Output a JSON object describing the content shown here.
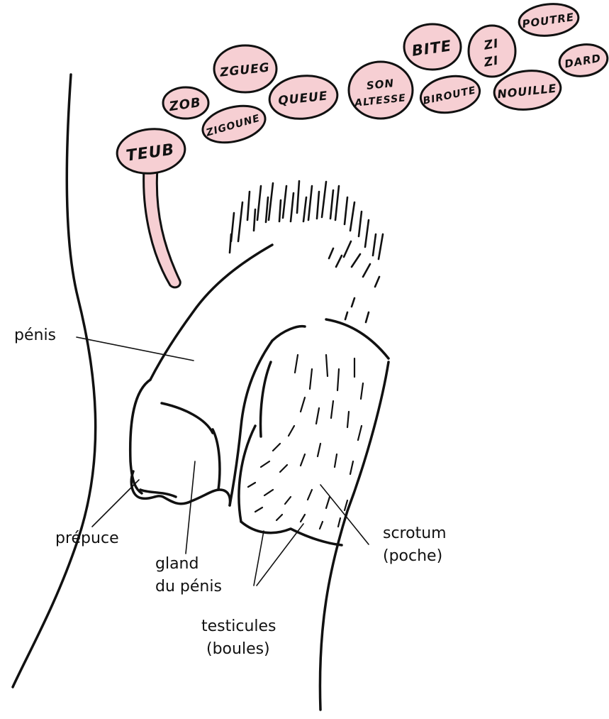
{
  "colors": {
    "bubble_fill": "#f6cfd3",
    "ink": "#111111",
    "background": "#ffffff"
  },
  "bubbles": [
    {
      "id": "teub",
      "text": "TEUB"
    },
    {
      "id": "zob",
      "text": "ZOB"
    },
    {
      "id": "zgueg",
      "text": "ZGUEG"
    },
    {
      "id": "zigoune",
      "text": "ZIGOUNE"
    },
    {
      "id": "queue",
      "text": "QUEUE"
    },
    {
      "id": "son-altesse",
      "lines": [
        "SON",
        "ALTESSE"
      ]
    },
    {
      "id": "bite",
      "text": "BITE"
    },
    {
      "id": "biroute",
      "text": "BIROUTE"
    },
    {
      "id": "zizi",
      "lines": [
        "ZI",
        "ZI"
      ]
    },
    {
      "id": "poutre",
      "text": "POUTRE"
    },
    {
      "id": "nouille",
      "text": "NOUILLE"
    },
    {
      "id": "dard",
      "text": "DARD"
    }
  ],
  "labels": {
    "penis": "pénis",
    "prepuce": "prépuce",
    "gland": [
      "gland",
      "du pénis"
    ],
    "scrotum": [
      "scrotum",
      "(poche)"
    ],
    "testicules": [
      "testicules",
      "(boules)"
    ]
  }
}
